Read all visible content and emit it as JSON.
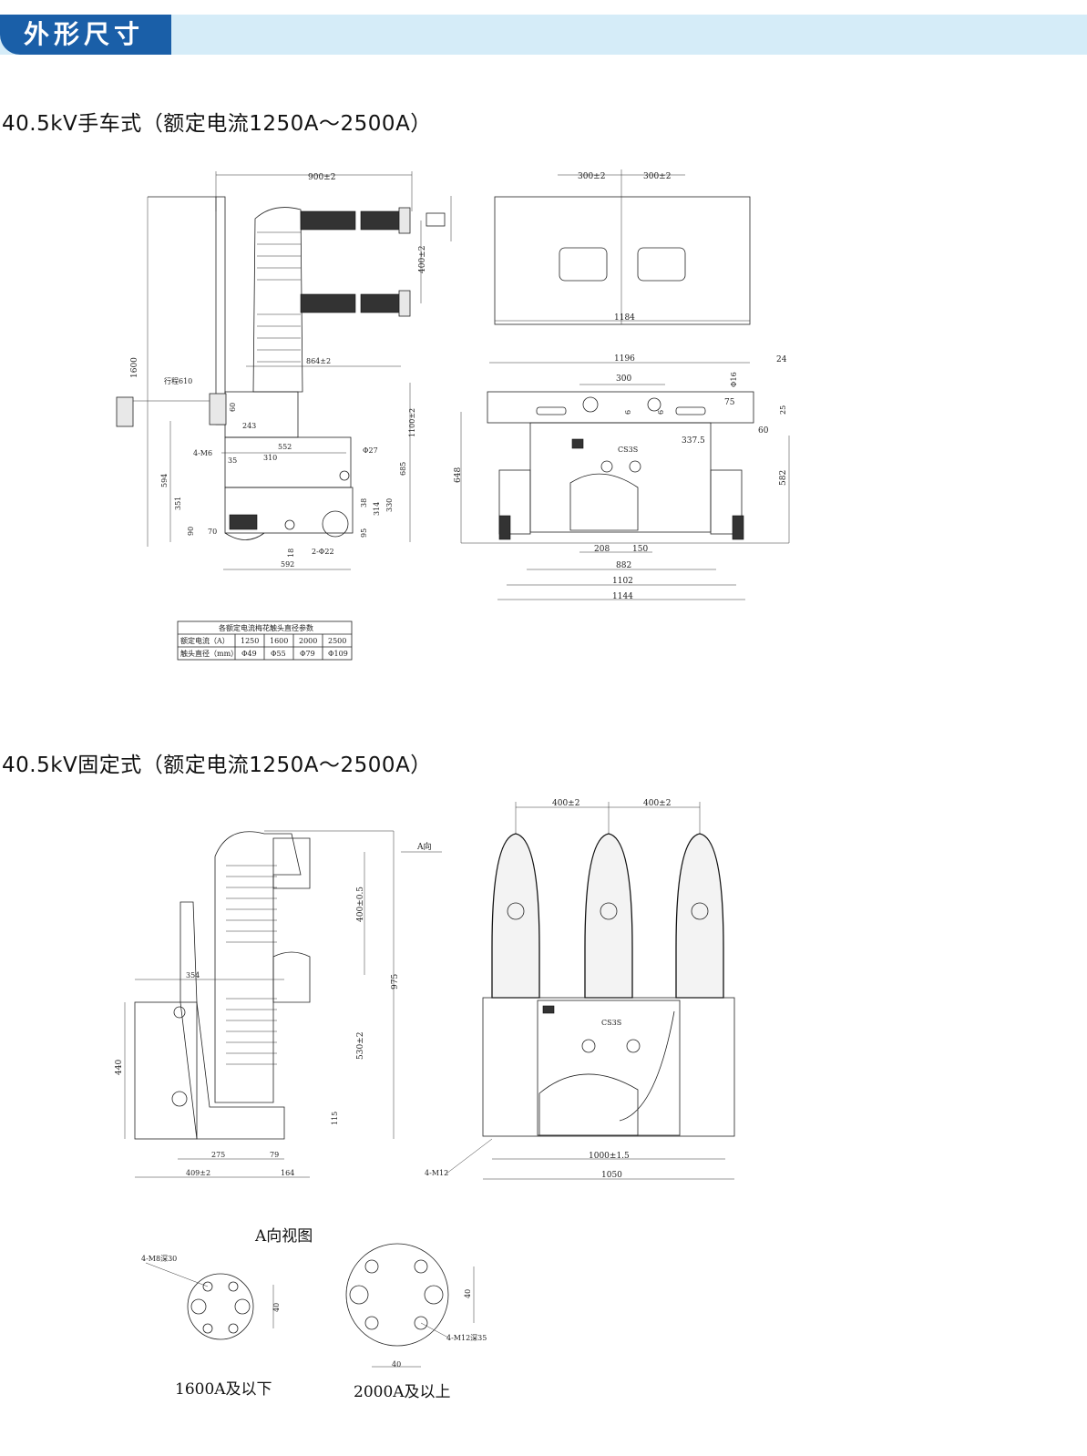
{
  "header": {
    "title": "外形尺寸"
  },
  "sections": {
    "handcart_title": "40.5kV手车式（额定电流1250A～2500A）",
    "fixed_title": "40.5kV固定式（额定电流1250A～2500A）"
  },
  "handcart_side": {
    "dims": [
      "900±2",
      "400±2",
      "1600",
      "行程610",
      "864±2",
      "1100±2",
      "60",
      "243",
      "552",
      "4-M6",
      "35",
      "310",
      "Φ27",
      "685",
      "594",
      "351",
      "38",
      "314",
      "330",
      "95",
      "90",
      "70",
      "18",
      "2-Φ22",
      "592"
    ]
  },
  "handcart_front": {
    "dims": [
      "300±2",
      "300±2",
      "1184",
      "1196",
      "24",
      "300",
      "Φ16",
      "75",
      "25",
      "6",
      "6",
      "337.5",
      "60",
      "648",
      "582",
      "208",
      "150",
      "882",
      "1102",
      "1144"
    ],
    "brand_text": "CS3S"
  },
  "contact_table": {
    "title": "各额定电流梅花触头直径参数",
    "rows": [
      [
        "额定电流（A）",
        "1250",
        "1600",
        "2000",
        "2500"
      ],
      [
        "触头直径（mm）",
        "Φ49",
        "Φ55",
        "Φ79",
        "Φ109"
      ]
    ]
  },
  "fixed_side": {
    "dims": [
      "A向",
      "400±0.5",
      "975",
      "354",
      "530±2",
      "440",
      "115",
      "275",
      "79",
      "409±2",
      "164"
    ]
  },
  "fixed_front": {
    "dims": [
      "400±2",
      "400±2",
      "1000±1.5",
      "1050",
      "4-M12"
    ],
    "brand_text": "CS3S"
  },
  "view_a": {
    "title": "A向视图",
    "left": {
      "callout": "4-M8深30",
      "dim": "40",
      "caption": "1600A及以下"
    },
    "right": {
      "callout": "4-M12深35",
      "dim_v": "40",
      "dim_h": "40",
      "caption": "2000A及以上"
    }
  }
}
